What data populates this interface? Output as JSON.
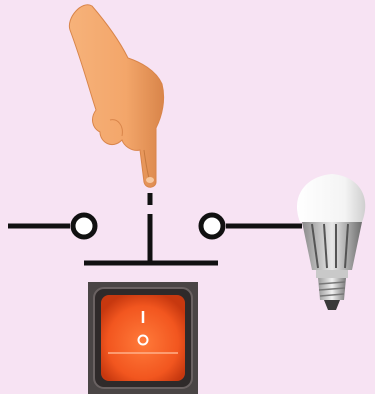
{
  "scene": {
    "background": "#f7e3f3",
    "wire_color": "#111111",
    "skin_color": "#f3a66a",
    "skin_shadow": "#d9854a",
    "switch_body_color": "#4a4545",
    "rocker_color": "#f2561f",
    "rocker_symbol_on": "I",
    "rocker_symbol_off": "O"
  },
  "diagram": {
    "components": [
      {
        "name": "hand-pointer",
        "role": "pressing finger"
      },
      {
        "name": "push-button-switch",
        "state": "open"
      },
      {
        "name": "rocker-switch",
        "icon": "power-rocker-icon"
      },
      {
        "name": "led-bulb",
        "icon": "light-bulb-icon"
      }
    ]
  }
}
